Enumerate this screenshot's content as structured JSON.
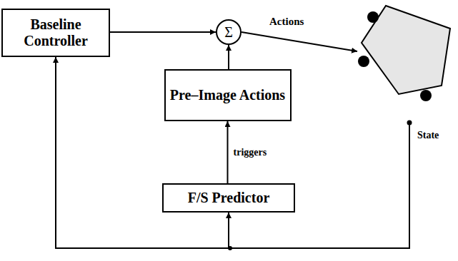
{
  "diagram": {
    "nodes": [
      {
        "text": [
          "Baseline Controller"
        ]
      },
      {
        "text": [
          "Σ"
        ]
      },
      {
        "text": [
          "Pre–Image Actions"
        ]
      },
      {
        "text": [
          "F/S Predictor"
        ]
      }
    ],
    "edges": [
      {
        "from": 0,
        "to": 1,
        "arrow": "to"
      },
      {
        "from": 2,
        "to": 1,
        "arrow": "to"
      },
      {
        "from": 3,
        "to": 2,
        "label": "triggers",
        "arrow": "to"
      }
    ],
    "labels": [
      "Actions",
      "State"
    ]
  }
}
